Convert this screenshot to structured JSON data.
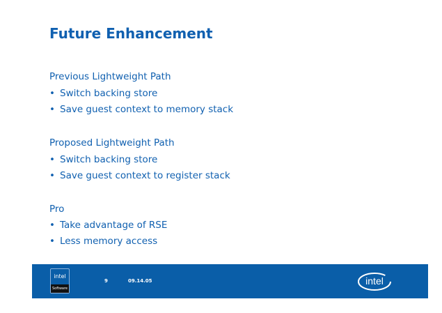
{
  "title": "Future Enhancement",
  "sections": [
    {
      "heading": "Previous Lightweight Path",
      "bullets": [
        "Switch backing store",
        "Save guest context to memory stack"
      ]
    },
    {
      "heading": "Proposed Lightweight Path",
      "bullets": [
        "Switch backing store",
        "Save guest context to register stack"
      ]
    },
    {
      "heading": "Pro",
      "bullets": [
        "Take advantage of RSE",
        "Less memory access"
      ]
    }
  ],
  "footer": {
    "page": "9",
    "date": "09.14.05",
    "software_logo_top": "intel",
    "software_logo_bottom": "Software",
    "brand_logo": "intel"
  },
  "colors": {
    "accent": "#1060b0",
    "footer_bg": "#0a5ea8"
  }
}
